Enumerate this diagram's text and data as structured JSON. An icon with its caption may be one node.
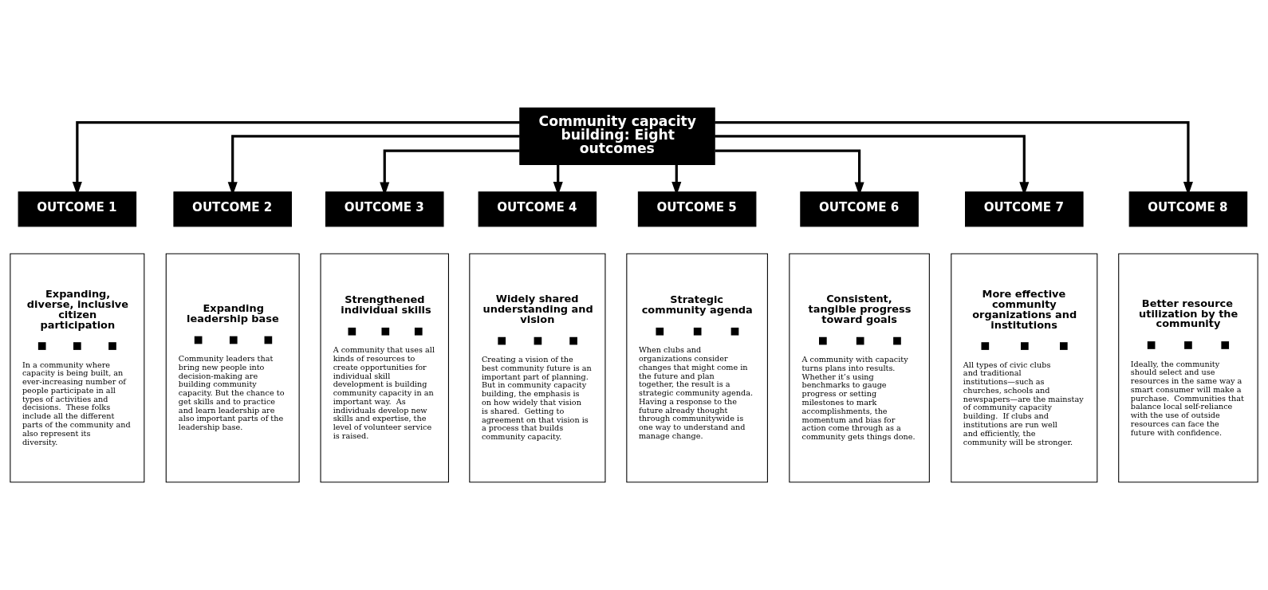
{
  "diagram": {
    "nodes": [
      {
        "text": [
          "Community capacity building: Eight outcomes"
        ]
      },
      {
        "text": [
          "OUTCOME 1"
        ]
      },
      {
        "text": [
          "OUTCOME 2"
        ]
      },
      {
        "text": [
          "OUTCOME 3"
        ]
      },
      {
        "text": [
          "OUTCOME 4"
        ]
      },
      {
        "text": [
          "OUTCOME 5"
        ]
      },
      {
        "text": [
          "OUTCOME 6"
        ]
      },
      {
        "text": [
          "OUTCOME 7"
        ]
      },
      {
        "text": [
          "OUTCOME 8"
        ]
      },
      {
        "text": [
          "Expanding, diverse, inclusive citizen participation",
          "In a community where capacity is being built, an ever-increasing number of people participate in all types of activities and decisions.  These folks include all the different parts of the community and also represent its diversity."
        ]
      },
      {
        "text": [
          "Expanding leadership base",
          "Community leaders that bring new people into decision-making are building community capacity. But the chance to get skills and to practice and learn leadership are also important parts of the leadership base."
        ]
      },
      {
        "text": [
          "Strengthened individual skills",
          "A community that uses all kinds of resources to create opportunities for individual skill development is building community capacity in an important way.  As individuals develop new skills and expertise, the level of volunteer service is raised."
        ]
      },
      {
        "text": [
          "Widely shared understanding and vision",
          "Creating a vision of the best community future is an important part of planning. But in community capacity building, the emphasis is on how widely that vision is shared.  Getting to agreement on that vision is a process that builds community capacity."
        ]
      },
      {
        "text": [
          "Strategic community agenda",
          "When clubs and organizations consider changes that might come in the future and plan together, the result is a strategic community agenda.  Having a response to the future already thought through communitywide is one way to understand and manage change."
        ]
      },
      {
        "text": [
          "Consistent, tangible progress toward goals",
          "A community with capacity turns plans into results. Whether it’s using benchmarks to gauge progress or setting milestones to mark accomplishments, the momentum and bias for action come through as a community gets things done."
        ]
      },
      {
        "text": [
          "More effective community organizations and institutions",
          "All types of civic clubs and traditional institutions—such as churches, schools and newspapers—are the mainstay of community capacity building.  If clubs and institutions are run well and efficiently, the community will be stronger."
        ]
      },
      {
        "text": [
          "Better resource utilization by the community",
          "Ideally, the community should select and use resources in the same way a smart consumer will make a purchase.  Communities that balance local self-reliance with the use of outside resources can face the future with confidence."
        ]
      }
    ],
    "edges": [
      {
        "from": 0,
        "to": 1,
        "arrow": "to"
      },
      {
        "from": 0,
        "to": 2,
        "arrow": "to"
      },
      {
        "from": 0,
        "to": 3,
        "arrow": "to"
      },
      {
        "from": 0,
        "to": 4,
        "arrow": "to"
      },
      {
        "from": 0,
        "to": 5,
        "arrow": "to"
      },
      {
        "from": 0,
        "to": 6,
        "arrow": "to"
      },
      {
        "from": 0,
        "to": 7,
        "arrow": "to"
      },
      {
        "from": 0,
        "to": 8,
        "arrow": "to"
      }
    ]
  }
}
